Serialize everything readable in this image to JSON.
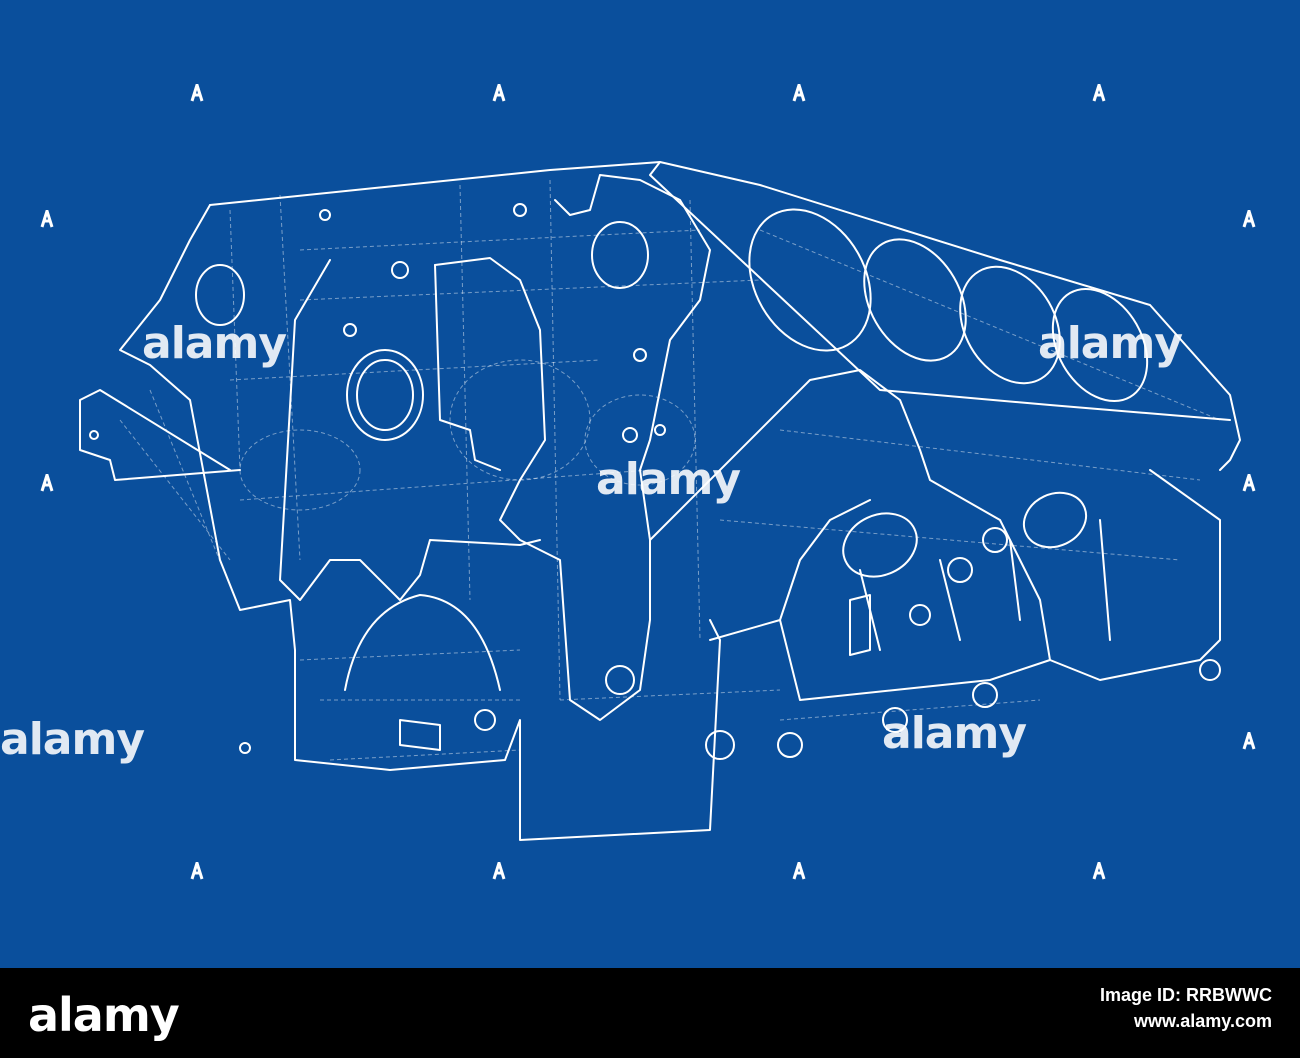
{
  "image": {
    "subject": "engine-block-wireframe",
    "background_color": "#0a4f9c",
    "line_color": "#ffffff"
  },
  "watermark": {
    "text": "alamy"
  },
  "footer": {
    "logo": "alamy",
    "image_id_label": "Image ID: RRBWWC",
    "site": "www.alamy.com"
  }
}
